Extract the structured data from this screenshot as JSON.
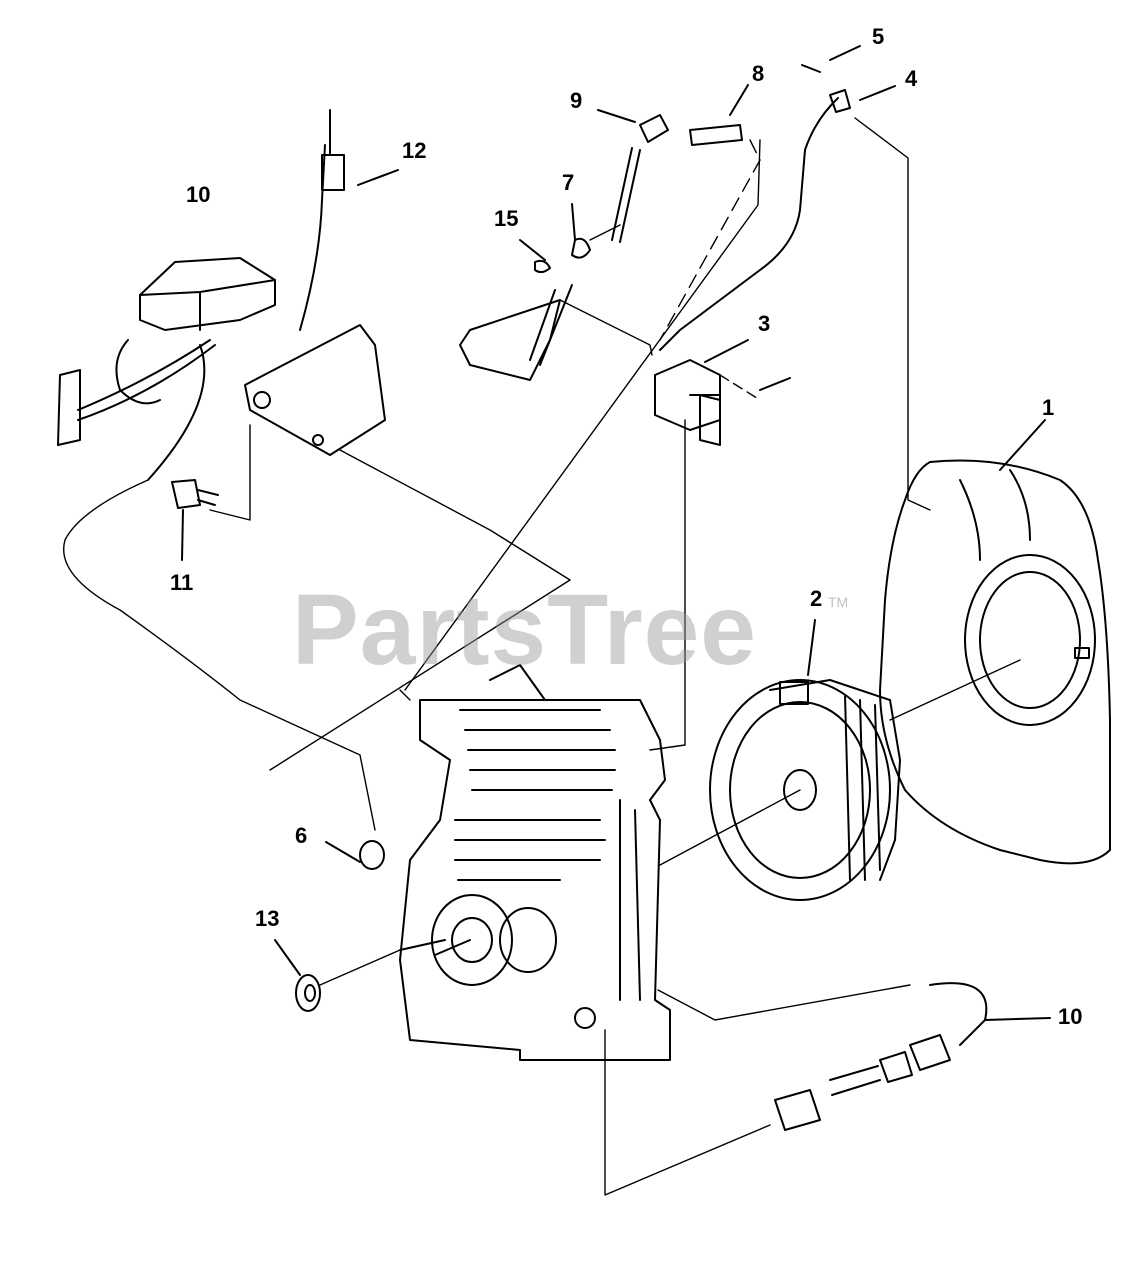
{
  "callouts": [
    {
      "id": "c1",
      "text": "1"
    },
    {
      "id": "c2",
      "text": "2"
    },
    {
      "id": "c3",
      "text": "3"
    },
    {
      "id": "c4",
      "text": "4"
    },
    {
      "id": "c5",
      "text": "5"
    },
    {
      "id": "c6",
      "text": "6"
    },
    {
      "id": "c7",
      "text": "7"
    },
    {
      "id": "c8",
      "text": "8"
    },
    {
      "id": "c9",
      "text": "9"
    },
    {
      "id": "c10a",
      "text": "10"
    },
    {
      "id": "c10b",
      "text": "10"
    },
    {
      "id": "c11",
      "text": "11"
    },
    {
      "id": "c12",
      "text": "12"
    },
    {
      "id": "c13",
      "text": "13"
    },
    {
      "id": "c15",
      "text": "15"
    }
  ],
  "watermark": {
    "text": "PartsTree",
    "tm": "TM",
    "color": "#969696"
  },
  "colors": {
    "line": "#000000",
    "background": "#ffffff"
  }
}
